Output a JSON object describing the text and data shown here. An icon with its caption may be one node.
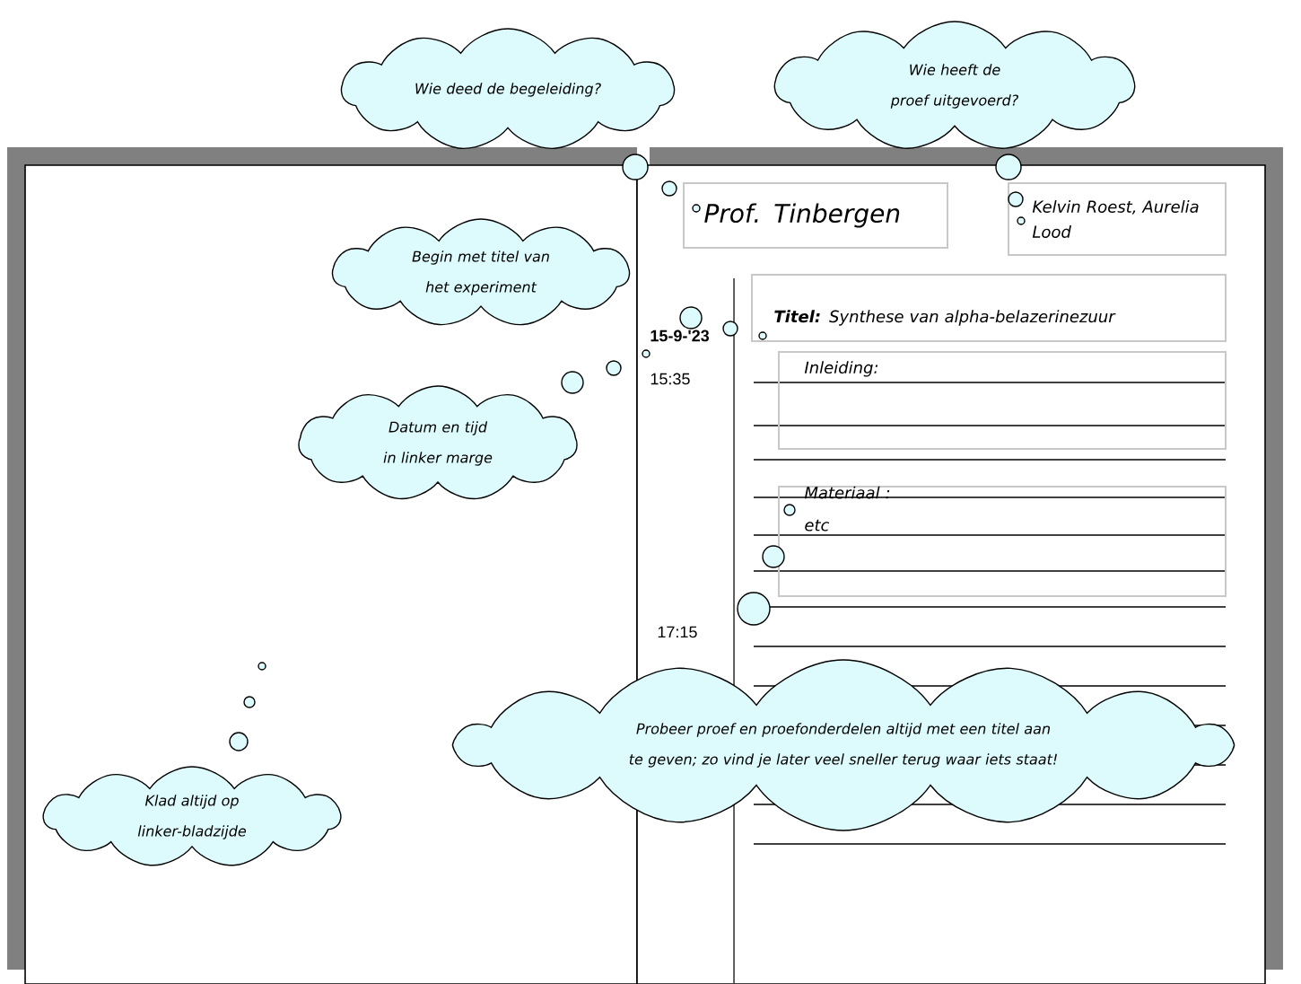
{
  "diagram": {
    "nodes": [
      {
        "text": [
          "Wie deed de begeleiding?"
        ]
      },
      {
        "text": [
          "Wie heeft de proef uitgevoerd?"
        ]
      },
      {
        "text": [
          "Prof. Tinbergen"
        ]
      },
      {
        "text": [
          "Kelvin Roest, Aurelia Lood"
        ]
      },
      {
        "text": [
          "Begin met titel van het experiment"
        ]
      },
      {
        "text": [
          "**Titel:** Synthese van alpha-belazerinezuur"
        ]
      },
      {
        "text": [
          "Inleiding:"
        ]
      },
      {
        "text": [
          "Datum en tijd in linker marge"
        ]
      },
      {
        "text": [
          "Materiaal :",
          "etc"
        ]
      },
      {
        "text": [
          "Probeer proef en proefonderdelen altijd met een titel aan te geven; zo vind je later veel sneller terug waar iets staat!"
        ]
      },
      {
        "text": [
          "Klad altijd op linker-bladzijde"
        ]
      }
    ],
    "labels": [
      "15-9-'23",
      "15:35",
      "17:15"
    ]
  }
}
